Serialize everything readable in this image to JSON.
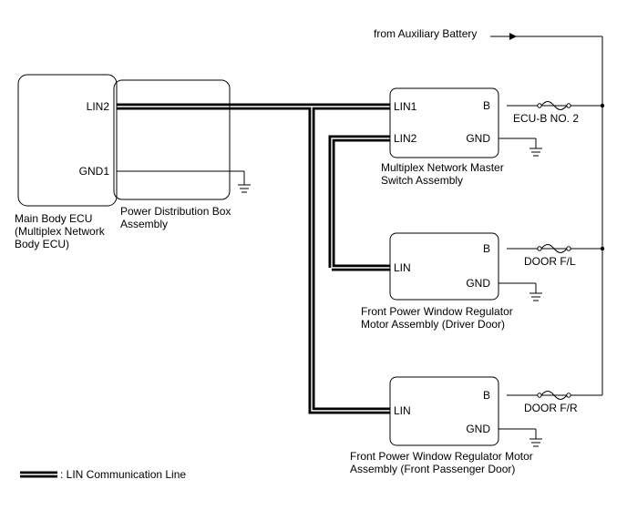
{
  "power_source": {
    "label": "from Auxiliary Battery"
  },
  "main_body_ecu": {
    "name_lines": [
      "Main Body ECU",
      "(Multiplex Network",
      "Body ECU)"
    ],
    "terminals": {
      "lin2": "LIN2",
      "gnd1": "GND1"
    }
  },
  "power_distribution_box": {
    "name_lines": [
      "Power Distribution Box",
      "Assembly"
    ]
  },
  "master_switch": {
    "name_lines": [
      "Multiplex Network Master",
      "Switch Assembly"
    ],
    "terminals": {
      "lin1": "LIN1",
      "lin2": "LIN2",
      "b": "B",
      "gnd": "GND"
    },
    "fuse": "ECU-B NO. 2"
  },
  "driver_motor": {
    "name_lines": [
      "Front Power Window Regulator",
      "Motor Assembly (Driver Door)"
    ],
    "terminals": {
      "lin": "LIN",
      "b": "B",
      "gnd": "GND"
    },
    "fuse": "DOOR F/L"
  },
  "passenger_motor": {
    "name_lines": [
      "Front Power Window Regulator Motor",
      "Assembly (Front Passenger Door)"
    ],
    "terminals": {
      "lin": "LIN",
      "b": "B",
      "gnd": "GND"
    },
    "fuse": "DOOR F/R"
  },
  "legend": {
    "label": ": LIN Communication Line"
  }
}
